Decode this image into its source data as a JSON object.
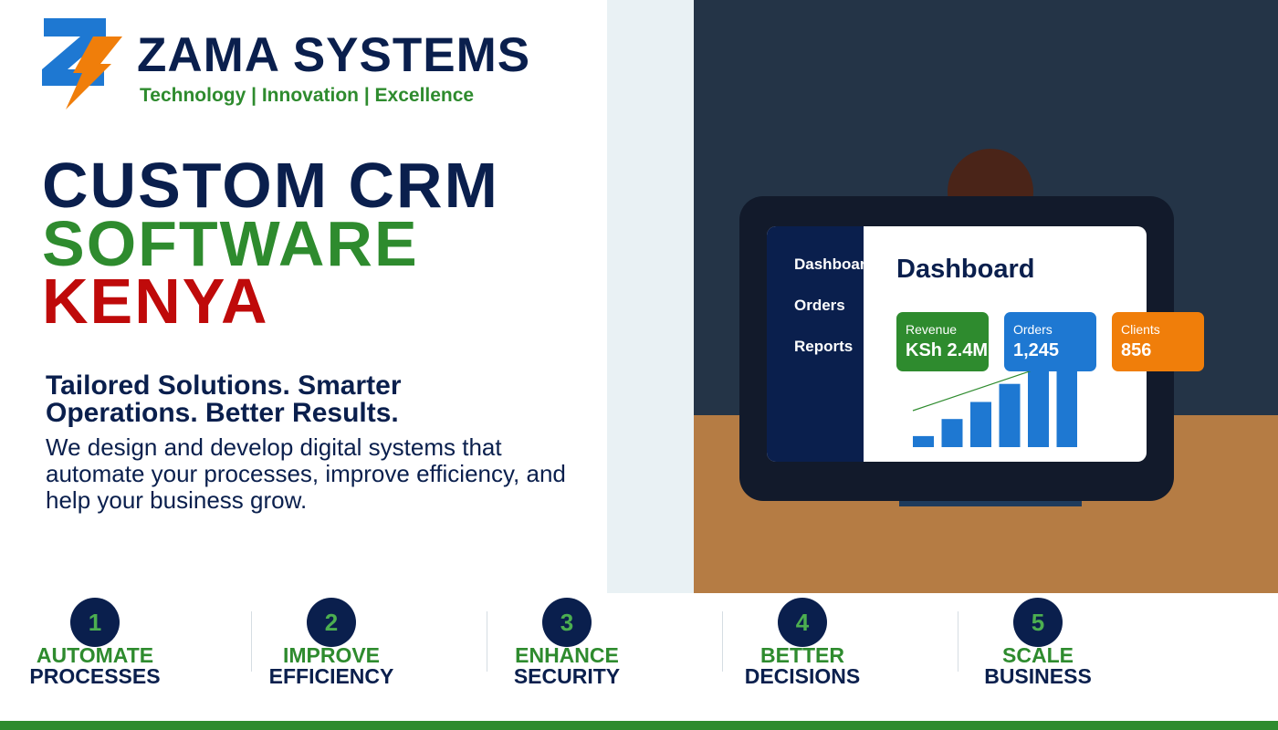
{
  "brand": {
    "name": "ZAMA SYSTEMS",
    "tagline": "Technology | Innovation | Excellence"
  },
  "headline": {
    "line1": "CUSTOM CRM",
    "line2": "SOFTWARE",
    "line3": "KENYA"
  },
  "subheadline": "Tailored Solutions. Smarter Operations. Better Results.",
  "description": "We design and develop digital systems that automate your processes, improve efficiency, and help your business grow.",
  "dashboard": {
    "title": "Dashboard",
    "menu": [
      "Dashboard",
      "Orders",
      "Reports"
    ],
    "cards": [
      {
        "label": "Revenue",
        "value": "KSh 2.4M"
      },
      {
        "label": "Orders",
        "value": "1,245"
      },
      {
        "label": "Clients",
        "value": "856"
      }
    ],
    "bar_levels": [
      0.11,
      0.28,
      0.45,
      0.63,
      0.84,
      1.0
    ]
  },
  "benefits": [
    {
      "number": "1",
      "line1": "AUTOMATE",
      "line2": "PROCESSES"
    },
    {
      "number": "2",
      "line1": "IMPROVE",
      "line2": "EFFICIENCY"
    },
    {
      "number": "3",
      "line1": "ENHANCE",
      "line2": "SECURITY"
    },
    {
      "number": "4",
      "line1": "BETTER",
      "line2": "DECISIONS"
    },
    {
      "number": "5",
      "line1": "SCALE",
      "line2": "BUSINESS"
    }
  ],
  "colors": {
    "navy": "#0a1f4d",
    "green": "#2e8b2e",
    "red": "#bf0a0a",
    "blue": "#1e78d2",
    "orange": "#f07e0a"
  }
}
